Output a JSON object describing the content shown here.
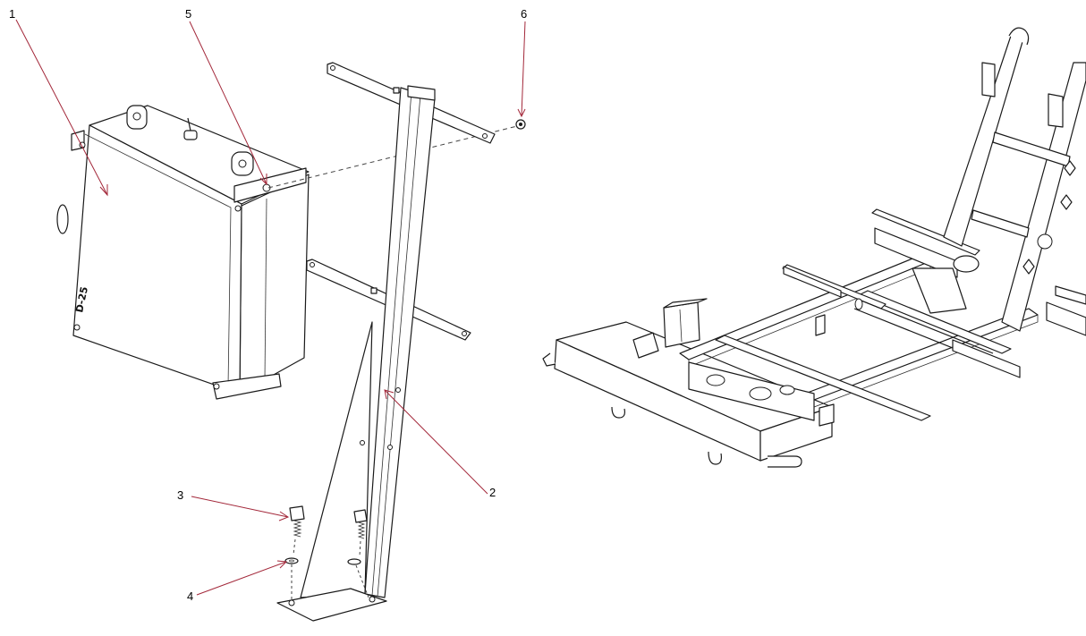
{
  "callouts": [
    {
      "id": "1",
      "label": "1"
    },
    {
      "id": "2",
      "label": "2"
    },
    {
      "id": "3",
      "label": "3"
    },
    {
      "id": "4",
      "label": "4"
    },
    {
      "id": "5",
      "label": "5"
    },
    {
      "id": "6",
      "label": "6"
    }
  ],
  "enclosure_marking": "D-25",
  "colors": {
    "leader_line": "#a3283a",
    "linework": "#1a1a1a",
    "background": "#ffffff"
  }
}
